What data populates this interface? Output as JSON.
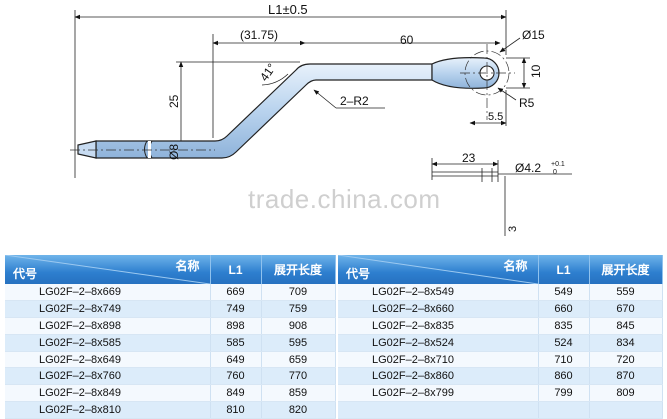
{
  "drawing": {
    "dims": {
      "overall_length": "L1±0.5",
      "offset_length": "(31.75)",
      "straight_length": "60",
      "eye_diameter": "Ø15",
      "eye_width": "10",
      "angle": "41°",
      "bend_radius": "2–R2",
      "rise_height": "25",
      "rod_diameter": "Ø8",
      "eye_radius": "R5",
      "eye_offset": "5.5",
      "pin_length": "23",
      "pin_hole": "Ø4.2",
      "pin_tol_upper": "+0.1",
      "pin_tol_lower": "0",
      "pin_depth": "3"
    }
  },
  "watermark": "trade.china.com",
  "table": {
    "header": {
      "name": "名称",
      "code": "代号",
      "l1": "L1",
      "unfolded": "展开长度"
    },
    "left_rows": [
      {
        "code": "LG02F–2–8x669",
        "l1": "669",
        "len": "709"
      },
      {
        "code": "LG02F–2–8x749",
        "l1": "749",
        "len": "759"
      },
      {
        "code": "LG02F–2–8x898",
        "l1": "898",
        "len": "908"
      },
      {
        "code": "LG02F–2–8x585",
        "l1": "585",
        "len": "595"
      },
      {
        "code": "LG02F–2–8x649",
        "l1": "649",
        "len": "659"
      },
      {
        "code": "LG02F–2–8x760",
        "l1": "760",
        "len": "770"
      },
      {
        "code": "LG02F–2–8x849",
        "l1": "849",
        "len": "859"
      },
      {
        "code": "LG02F–2–8x810",
        "l1": "810",
        "len": "820"
      }
    ],
    "right_rows": [
      {
        "code": "LG02F–2–8x549",
        "l1": "549",
        "len": "559"
      },
      {
        "code": "LG02F–2–8x660",
        "l1": "660",
        "len": "670"
      },
      {
        "code": "LG02F–2–8x835",
        "l1": "835",
        "len": "845"
      },
      {
        "code": "LG02F–2–8x524",
        "l1": "524",
        "len": "834"
      },
      {
        "code": "LG02F–2–8x710",
        "l1": "710",
        "len": "720"
      },
      {
        "code": "LG02F–2–8x860",
        "l1": "860",
        "len": "870"
      },
      {
        "code": "LG02F–2–8x799",
        "l1": "799",
        "len": "809"
      },
      {
        "code": "",
        "l1": "",
        "len": ""
      }
    ]
  }
}
